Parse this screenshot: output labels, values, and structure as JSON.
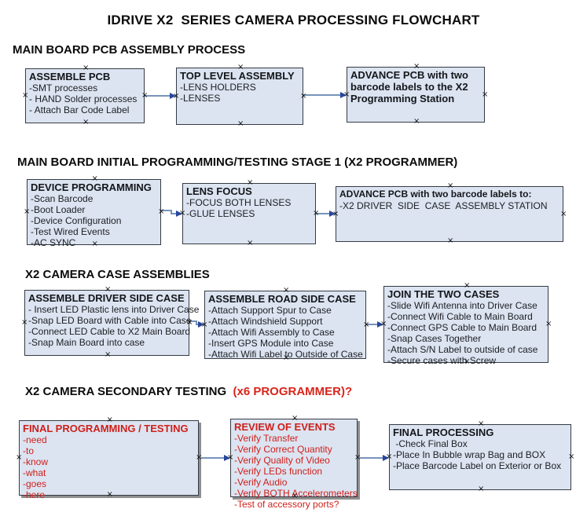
{
  "title": "IDRIVE X2  SERIES CAMERA PROCESSING FLOWCHART",
  "colors": {
    "box_fill": "#dce4f1",
    "box_border": "#363b44",
    "connector_line": "#7793bb",
    "connector_arrow": "#27479b",
    "red_text": "#cf1f1a"
  },
  "sections": [
    {
      "heading": "MAIN BOARD PCB ASSEMBLY PROCESS",
      "heading_red": "",
      "boxes": [
        {
          "title": "ASSEMBLE PCB",
          "items": [
            "-SMT processes",
            "- HAND Solder processes",
            "- Attach Bar Code Label"
          ]
        },
        {
          "title": "TOP LEVEL ASSEMBLY",
          "items": [
            "-LENS HOLDERS",
            "-LENSES"
          ]
        },
        {
          "title": "ADVANCE PCB with two barcode labels to the X2 Programming Station",
          "items": []
        }
      ]
    },
    {
      "heading": "MAIN BOARD INITIAL PROGRAMMING/TESTING STAGE 1 (X2 PROGRAMMER)",
      "heading_red": "",
      "boxes": [
        {
          "title": "DEVICE PROGRAMMING",
          "items": [
            "-Scan Barcode",
            "-Boot Loader",
            "-Device Configuration",
            "-Test Wired Events",
            "-AC SYNC"
          ]
        },
        {
          "title": "LENS FOCUS",
          "items": [
            "-FOCUS BOTH LENSES",
            "-GLUE LENSES"
          ]
        },
        {
          "title": "ADVANCE PCB with two barcode labels to:",
          "items": [
            "-X2 DRIVER  SIDE  CASE  ASSEMBLY STATION"
          ]
        }
      ]
    },
    {
      "heading": "X2 CAMERA CASE ASSEMBLIES",
      "heading_red": "",
      "boxes": [
        {
          "title": "ASSEMBLE DRIVER SIDE CASE",
          "items": [
            "- Insert LED Plastic lens into Driver Case",
            "-Snap LED Board with Cable into Case",
            "-Connect LED Cable to X2 Main Board",
            "-Snap Main Board into case"
          ]
        },
        {
          "title": "ASSEMBLE ROAD SIDE CASE",
          "items": [
            "-Attach Support Spur to Case",
            "-Attach Windshield Support",
            "-Attach Wifi Assembly to Case",
            "-Insert GPS Module into Case",
            "-Attach Wifi Label to Outside of Case"
          ]
        },
        {
          "title": "JOIN THE TWO CASES",
          "items": [
            "-Slide Wifi Antenna into Driver Case",
            "-Connect Wifi Cable to Main Board",
            "-Connect GPS Cable to Main Board",
            "-Snap Cases Together",
            "-Attach S/N Label to outside of case",
            "-Secure cases with Screw"
          ]
        }
      ]
    },
    {
      "heading": "X2 CAMERA SECONDARY TESTING  ",
      "heading_red": "(x6 PROGRAMMER)?",
      "boxes": [
        {
          "title": "FINAL PROGRAMMING / TESTING",
          "items": [
            "-need",
            "-to",
            "-know",
            "-what",
            "-goes",
            "-here"
          ]
        },
        {
          "title": "REVIEW OF EVENTS",
          "items": [
            "-Verify Transfer",
            "-Verify Correct Quantity",
            "-Verify Quality of Video",
            "-Verify LEDs function",
            "-Verify Audio",
            "-Verify BOTH Accelerometers",
            "-Test of accessory ports?"
          ]
        },
        {
          "title": "FINAL PROCESSING",
          "items": [
            " -Check Final Box",
            "-Place In Bubble wrap Bag and BOX",
            "-Place Barcode Label on Exterior or Box"
          ]
        }
      ]
    }
  ]
}
